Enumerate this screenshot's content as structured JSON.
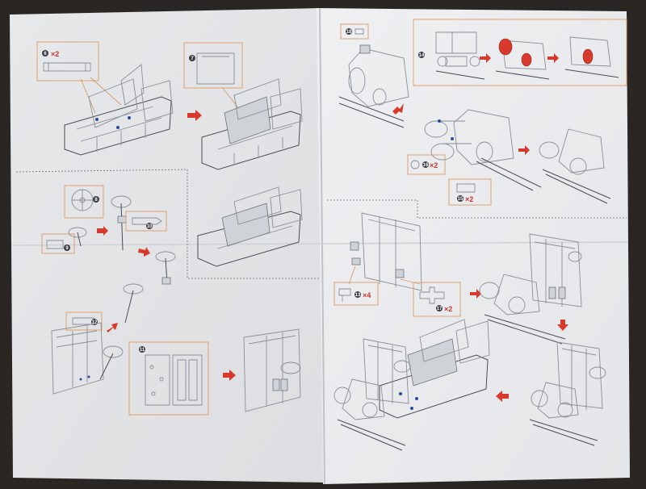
{
  "steps": [
    {
      "num": "6",
      "qty": "×2"
    },
    {
      "num": "7",
      "qty": ""
    },
    {
      "num": "8",
      "qty": ""
    },
    {
      "num": "9",
      "qty": ""
    },
    {
      "num": "10",
      "qty": ""
    },
    {
      "num": "11",
      "qty": ""
    },
    {
      "num": "12",
      "qty": ""
    },
    {
      "num": "13",
      "qty": "×4"
    },
    {
      "num": "14",
      "qty": ""
    },
    {
      "num": "15",
      "qty": "×2"
    },
    {
      "num": "16",
      "qty": "×2"
    },
    {
      "num": "17",
      "qty": "×2"
    },
    {
      "num": "18",
      "qty": ""
    }
  ],
  "colors": {
    "paper": "#eceef0",
    "accent": "#d8392c",
    "callout_border": "#e0a070",
    "line": "#8a8f96",
    "background": "#2a2624"
  }
}
